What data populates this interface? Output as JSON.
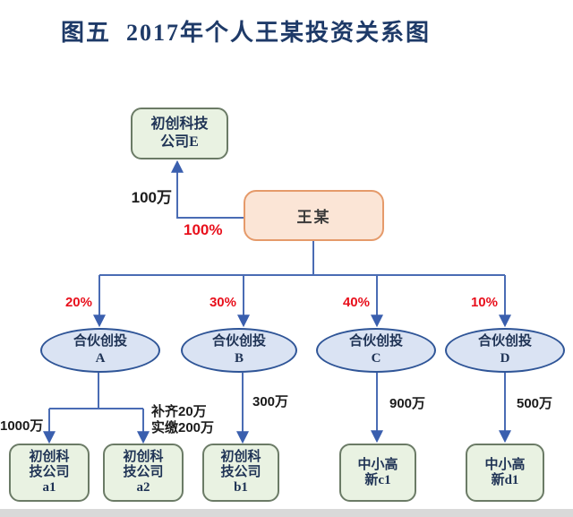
{
  "figure": {
    "title": "图五  2017年个人王某投资关系图"
  },
  "nodes": {
    "company_e": {
      "label": "初创科技\n公司E",
      "type": "startup-company"
    },
    "wang": {
      "label": "王某",
      "type": "person"
    },
    "fund_a": {
      "label": "合伙创投\nA",
      "type": "partnership-fund"
    },
    "fund_b": {
      "label": "合伙创投\nB",
      "type": "partnership-fund"
    },
    "fund_c": {
      "label": "合伙创投\nC",
      "type": "partnership-fund"
    },
    "fund_d": {
      "label": "合伙创投\nD",
      "type": "partnership-fund"
    },
    "company_a1": {
      "label": "初创科\n技公司\na1",
      "type": "startup-company"
    },
    "company_a2": {
      "label": "初创科\n技公司\na2",
      "type": "startup-company"
    },
    "company_b1": {
      "label": "初创科\n技公司\nb1",
      "type": "startup-company"
    },
    "company_c1": {
      "label": "中小高\n新c1",
      "type": "sme-hightech-company"
    },
    "company_d1": {
      "label": "中小高\n新d1",
      "type": "sme-hightech-company"
    }
  },
  "edges": {
    "wang_to_e": {
      "amount": "100万",
      "percent": "100%"
    },
    "wang_to_a": {
      "percent": "20%"
    },
    "wang_to_b": {
      "percent": "30%"
    },
    "wang_to_c": {
      "percent": "40%"
    },
    "wang_to_d": {
      "percent": "10%"
    },
    "a_to_a1": {
      "amount": "1000万"
    },
    "a_to_a2": {
      "note": "补齐20万\n实缴200万"
    },
    "b_to_b1": {
      "amount": "300万"
    },
    "c_to_c1": {
      "amount": "900万"
    },
    "d_to_d1": {
      "amount": "500万"
    }
  },
  "colors": {
    "company_fill": "#e9f2e2",
    "company_border": "#6b7b66",
    "person_fill": "#fbe5d6",
    "person_border": "#e59a6a",
    "fund_fill": "#dae3f3",
    "fund_border": "#2f5597",
    "connector_blue": "#4a6cb4",
    "percent_red": "#e8101c",
    "title_navy": "#1e3a68",
    "node_text": "#1f3355",
    "bottom_edge_gray": "#d9d9d9"
  }
}
